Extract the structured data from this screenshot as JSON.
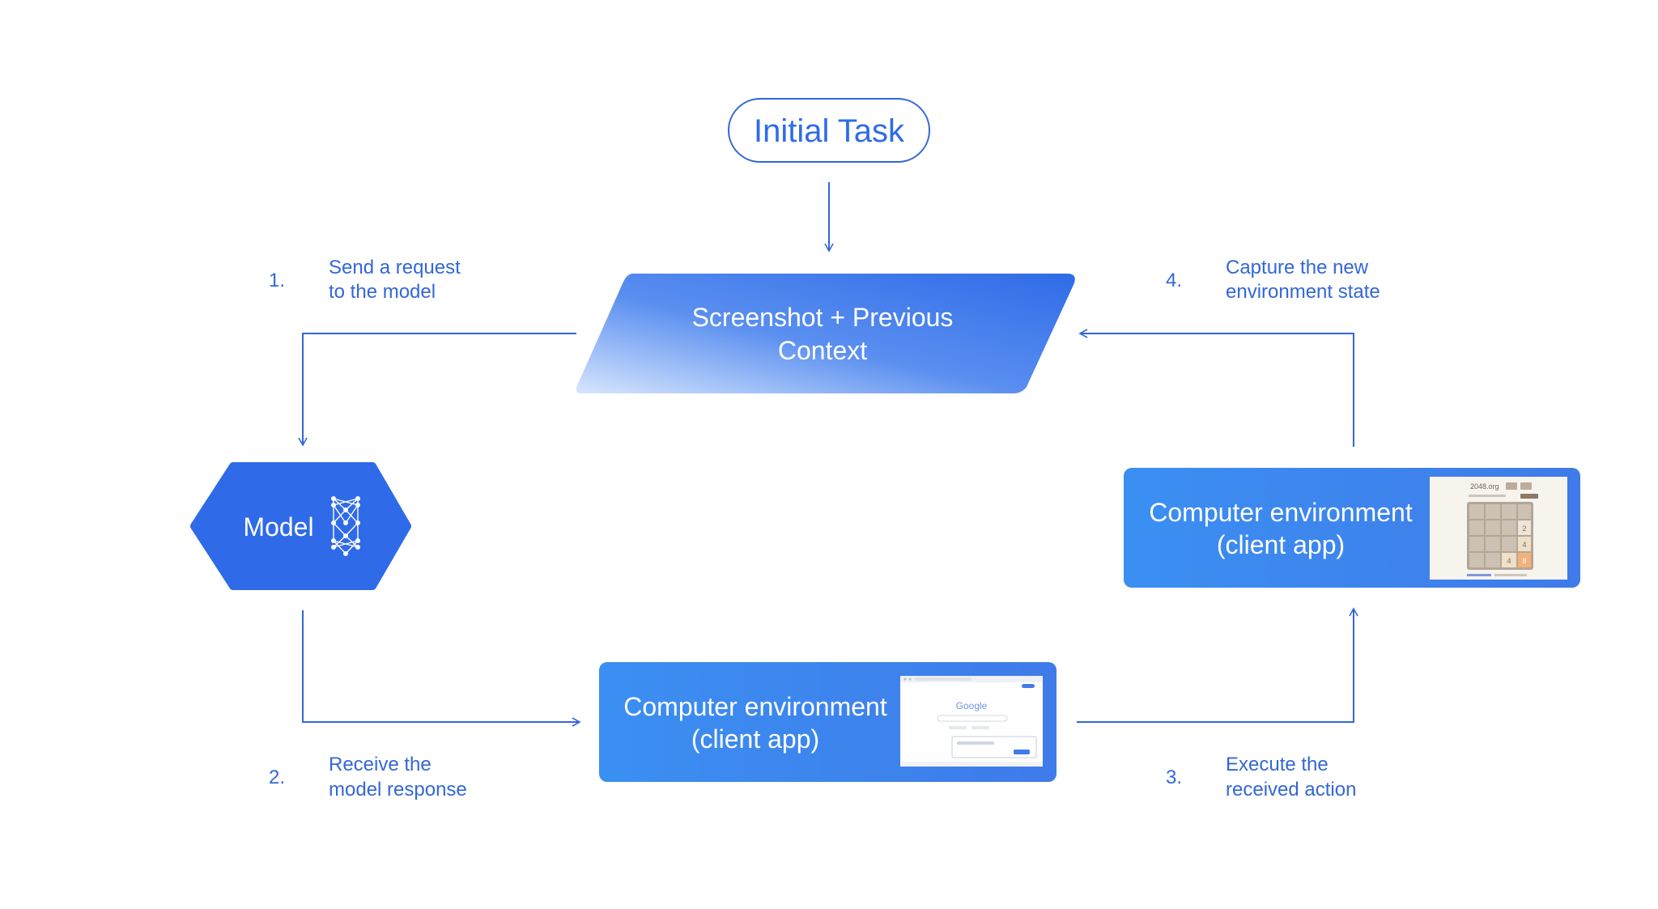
{
  "diagram": {
    "start": {
      "label": "Initial Task"
    },
    "context_node": {
      "line1": "Screenshot + Previous",
      "line2": "Context"
    },
    "model_node": {
      "label": "Model",
      "icon": "neural-network-icon"
    },
    "env_bottom": {
      "line1": "Computer environment",
      "line2": "(client app)",
      "thumbnail": {
        "logo_text": "Google"
      }
    },
    "env_right": {
      "line1": "Computer environment",
      "line2": "(client app)",
      "thumbnail": {
        "title": "2048.org",
        "tiles": [
          "2",
          "4",
          "4",
          "8"
        ]
      }
    },
    "steps": [
      {
        "number": "1.",
        "line1": "Send a request",
        "line2": "to the model"
      },
      {
        "number": "2.",
        "line1": "Receive the",
        "line2": "model response"
      },
      {
        "number": "3.",
        "line1": "Execute the",
        "line2": "received action"
      },
      {
        "number": "4.",
        "line1": "Capture the new",
        "line2": "environment state"
      }
    ],
    "colors": {
      "primary_blue": "#2F6BE8",
      "text_blue": "#3367D6",
      "light_blue": "#D2E3FC",
      "white": "#FFFFFF"
    }
  }
}
